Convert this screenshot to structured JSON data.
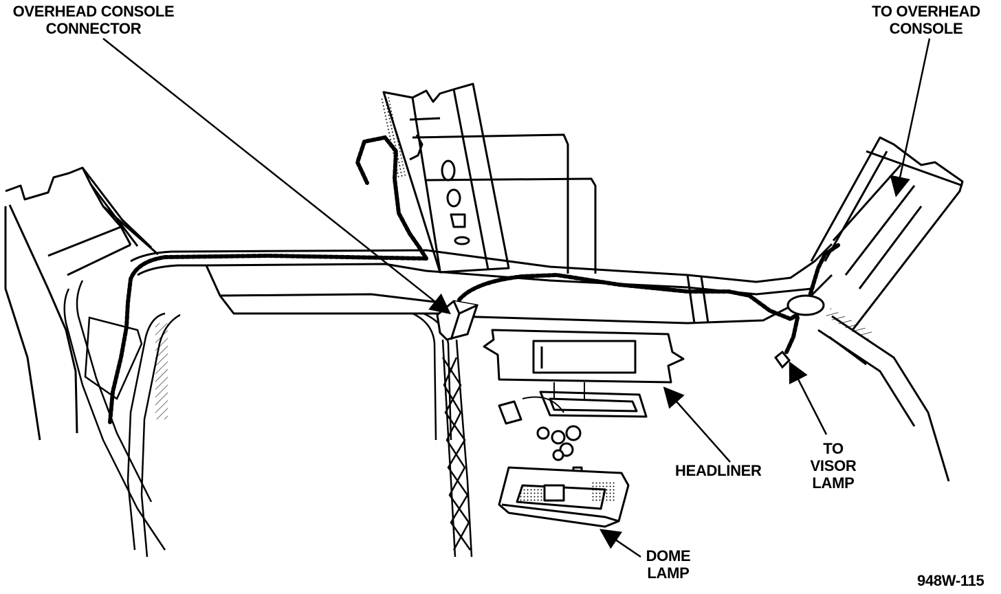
{
  "labels": {
    "overhead_console_connector": [
      "OVERHEAD CONSOLE",
      "CONNECTOR"
    ],
    "to_overhead_console": [
      "TO OVERHEAD",
      "CONSOLE"
    ],
    "headliner": "HEADLINER",
    "to_visor_lamp": [
      "TO",
      "VISOR",
      "LAMP"
    ],
    "dome_lamp": [
      "DOME",
      "LAMP"
    ],
    "figure_id": "948W-115"
  },
  "colors": {
    "ink": "#000000",
    "paper": "#ffffff",
    "shade": "#9a9a9a"
  }
}
